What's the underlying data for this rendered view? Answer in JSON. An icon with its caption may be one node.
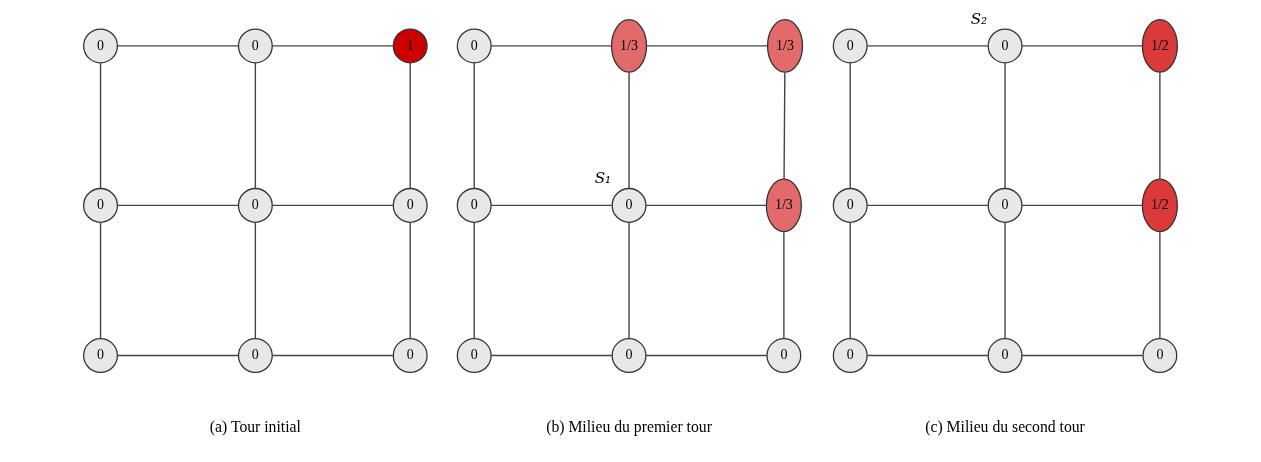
{
  "diagram": {
    "nodes": [
      {
        "text": [
          "0"
        ]
      },
      {
        "text": [
          "0"
        ]
      },
      {
        "text": [
          "1"
        ]
      },
      {
        "text": [
          "0"
        ]
      },
      {
        "text": [
          "0"
        ]
      },
      {
        "text": [
          "0"
        ]
      },
      {
        "text": [
          "0"
        ]
      },
      {
        "text": [
          "0"
        ]
      },
      {
        "text": [
          "0"
        ]
      },
      {
        "text": [
          "0"
        ]
      },
      {
        "text": [
          "1/3"
        ]
      },
      {
        "text": [
          "1/3"
        ]
      },
      {
        "text": [
          "0"
        ]
      },
      {
        "text": [
          "0"
        ],
        "beside": [
          "S₁"
        ]
      },
      {
        "text": [
          "1/3"
        ]
      },
      {
        "text": [
          "0"
        ]
      },
      {
        "text": [
          "0"
        ]
      },
      {
        "text": [
          "0"
        ]
      },
      {
        "text": [
          "0"
        ]
      },
      {
        "text": [
          "0"
        ],
        "beside": [
          "S₂"
        ]
      },
      {
        "text": [
          "1/2"
        ]
      },
      {
        "text": [
          "0"
        ]
      },
      {
        "text": [
          "0"
        ]
      },
      {
        "text": [
          "1/2"
        ]
      },
      {
        "text": [
          "0"
        ]
      },
      {
        "text": [
          "0"
        ]
      },
      {
        "text": [
          "0"
        ]
      }
    ],
    "edges": [
      {
        "from": 0,
        "to": 1,
        "arrow": "none"
      },
      {
        "from": 1,
        "to": 2,
        "arrow": "none"
      },
      {
        "from": 0,
        "to": 3,
        "arrow": "none"
      },
      {
        "from": 1,
        "to": 4,
        "arrow": "none"
      },
      {
        "from": 2,
        "to": 5,
        "arrow": "none"
      },
      {
        "from": 3,
        "to": 4,
        "arrow": "none"
      },
      {
        "from": 4,
        "to": 5,
        "arrow": "none"
      },
      {
        "from": 3,
        "to": 6,
        "arrow": "none"
      },
      {
        "from": 4,
        "to": 7,
        "arrow": "none"
      },
      {
        "from": 5,
        "to": 8,
        "arrow": "none"
      },
      {
        "from": 6,
        "to": 7,
        "arrow": "none"
      },
      {
        "from": 7,
        "to": 8,
        "arrow": "none"
      },
      {
        "from": 9,
        "to": 10,
        "arrow": "none"
      },
      {
        "from": 10,
        "to": 11,
        "arrow": "none"
      },
      {
        "from": 9,
        "to": 12,
        "arrow": "none"
      },
      {
        "from": 10,
        "to": 13,
        "arrow": "none"
      },
      {
        "from": 11,
        "to": 14,
        "arrow": "none"
      },
      {
        "from": 12,
        "to": 13,
        "arrow": "none"
      },
      {
        "from": 13,
        "to": 14,
        "arrow": "none"
      },
      {
        "from": 12,
        "to": 15,
        "arrow": "none"
      },
      {
        "from": 13,
        "to": 16,
        "arrow": "none"
      },
      {
        "from": 14,
        "to": 17,
        "arrow": "none"
      },
      {
        "from": 15,
        "to": 16,
        "arrow": "none"
      },
      {
        "from": 16,
        "to": 17,
        "arrow": "none"
      },
      {
        "from": 18,
        "to": 19,
        "arrow": "none"
      },
      {
        "from": 19,
        "to": 20,
        "arrow": "none"
      },
      {
        "from": 18,
        "to": 21,
        "arrow": "none"
      },
      {
        "from": 19,
        "to": 22,
        "arrow": "none"
      },
      {
        "from": 20,
        "to": 23,
        "arrow": "none"
      },
      {
        "from": 21,
        "to": 22,
        "arrow": "none"
      },
      {
        "from": 22,
        "to": 23,
        "arrow": "none"
      },
      {
        "from": 21,
        "to": 24,
        "arrow": "none"
      },
      {
        "from": 22,
        "to": 25,
        "arrow": "none"
      },
      {
        "from": 23,
        "to": 26,
        "arrow": "none"
      },
      {
        "from": 24,
        "to": 25,
        "arrow": "none"
      },
      {
        "from": 25,
        "to": 26,
        "arrow": "none"
      }
    ],
    "labels": [
      "(a) Tour initial",
      "(b) Milieu du premier tour",
      "(c) Milieu du second tour"
    ]
  }
}
